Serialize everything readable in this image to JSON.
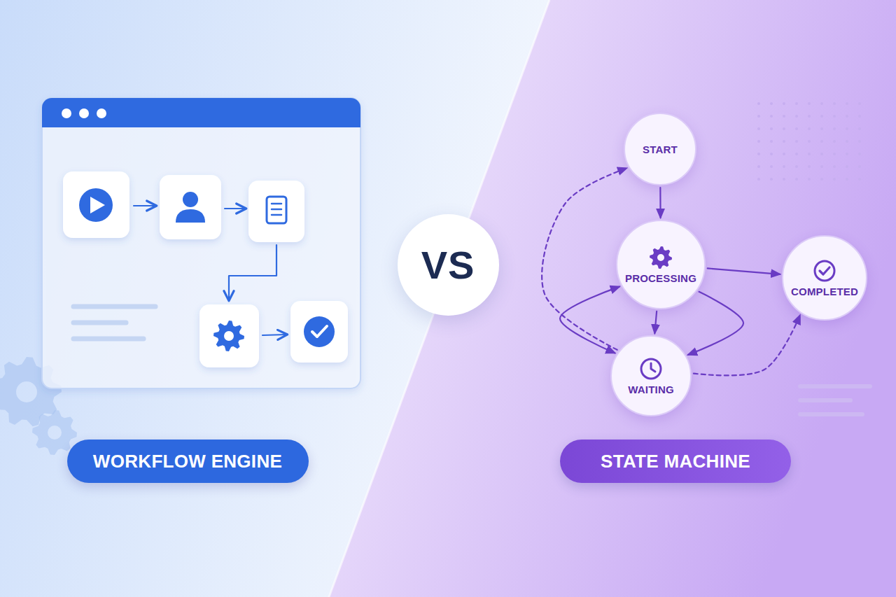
{
  "diagram": {
    "nodes": [
      {
        "text": [
          "VS"
        ]
      },
      {
        "text": [
          "START"
        ]
      },
      {
        "text": [
          "PROCESSING"
        ]
      },
      {
        "text": [
          "COMPLETED"
        ]
      },
      {
        "text": [
          "WAITING"
        ]
      },
      {
        "text": [
          "WORKFLOW ENGINE"
        ]
      },
      {
        "text": [
          "STATE MACHINE"
        ]
      }
    ],
    "edges": [
      {
        "from": 1,
        "to": 2,
        "arrow": "to"
      },
      {
        "from": 2,
        "to": 3,
        "arrow": "to"
      },
      {
        "from": 2,
        "to": 4,
        "arrow": "to"
      },
      {
        "from": 4,
        "to": 2,
        "arrow": "both"
      },
      {
        "from": 2,
        "to": 4,
        "arrow": "to"
      },
      {
        "from": 4,
        "to": 1,
        "arrow": "to"
      },
      {
        "from": 4,
        "to": 3,
        "arrow": "to"
      }
    ]
  }
}
